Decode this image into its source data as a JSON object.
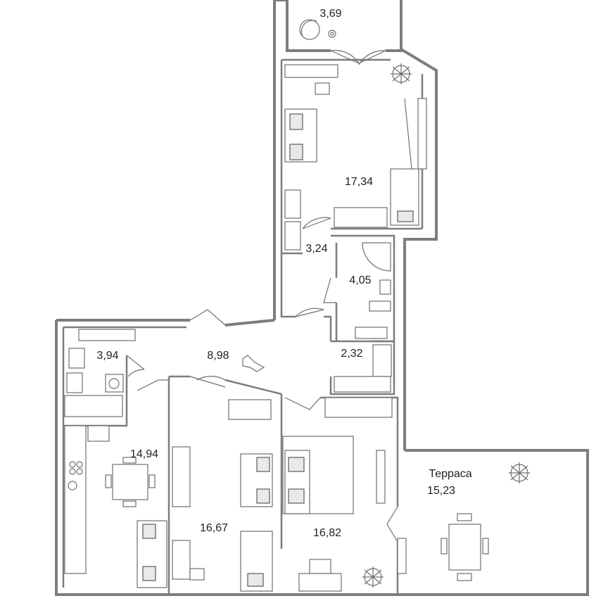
{
  "rooms": {
    "balcony_top": "3,69",
    "living_top": "17,34",
    "hall_small": "3,24",
    "bath_right": "4,05",
    "wardrobe": "2,32",
    "bath_left": "3,94",
    "corridor": "8,98",
    "kitchen": "14,94",
    "bedroom_mid": "16,67",
    "bedroom_right": "16,82",
    "terrace_name": "Терраса",
    "terrace_area": "15,23"
  },
  "colors": {
    "wall": "#7d7d7d",
    "furniture_stroke": "#6f6f6f",
    "text": "#222222"
  }
}
